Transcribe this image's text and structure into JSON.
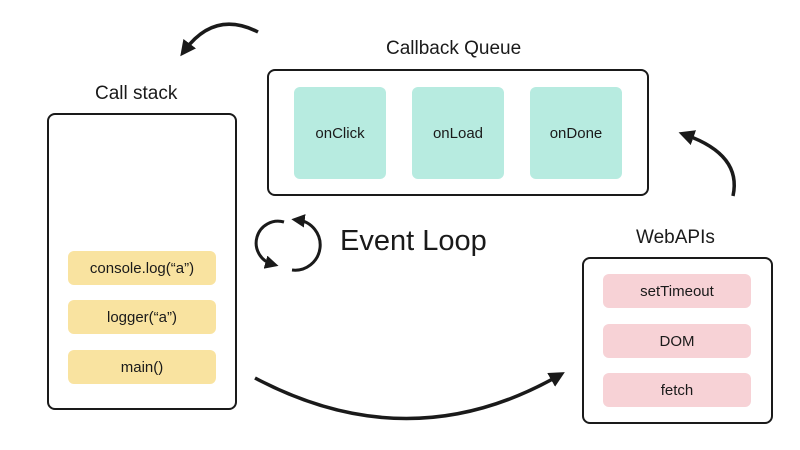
{
  "callback_queue": {
    "title": "Callback Queue",
    "items": [
      "onClick",
      "onLoad",
      "onDone"
    ]
  },
  "call_stack": {
    "title": "Call stack",
    "items": [
      "console.log(“a”)",
      "logger(“a”)",
      "main()"
    ]
  },
  "web_apis": {
    "title": "WebAPIs",
    "items": [
      "setTimeout",
      "DOM",
      "fetch"
    ]
  },
  "event_loop": {
    "label": "Event Loop"
  },
  "colors": {
    "queue_card": "#b7ebe0",
    "stack_card": "#f9e3a0",
    "api_card": "#f7d2d6",
    "stroke": "#1a1a1a"
  }
}
